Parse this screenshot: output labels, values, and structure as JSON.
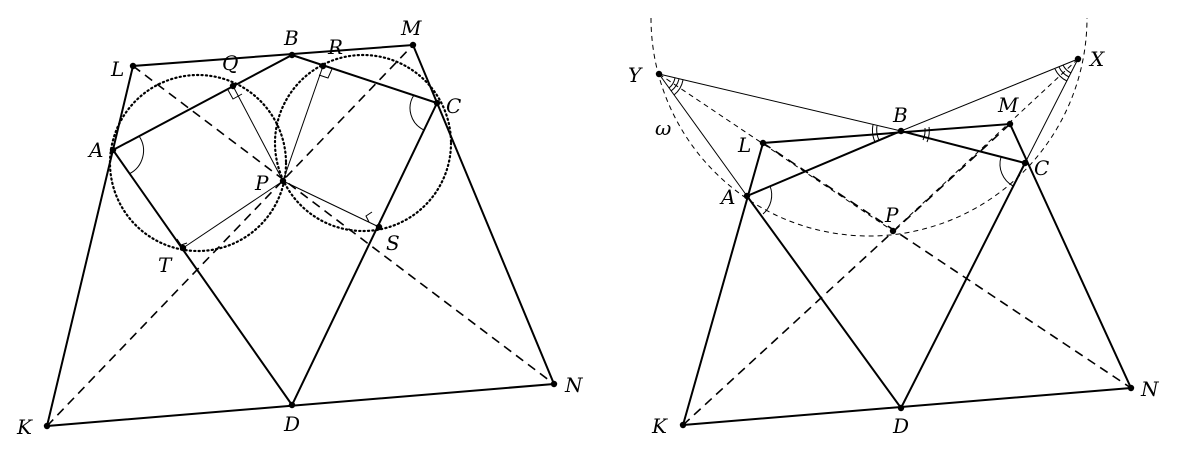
{
  "left_figure": {
    "labels": {
      "L": "L",
      "Q": "Q",
      "B": "B",
      "R": "R",
      "M": "M",
      "A": "A",
      "C": "C",
      "P": "P",
      "T": "T",
      "S": "S",
      "K": "K",
      "D": "D",
      "N": "N"
    }
  },
  "right_figure": {
    "labels": {
      "Y": "Y",
      "X": "X",
      "B": "B",
      "M": "M",
      "L": "L",
      "C": "C",
      "A": "A",
      "P": "P",
      "omega": "ω",
      "K": "K",
      "D": "D",
      "N": "N"
    }
  }
}
